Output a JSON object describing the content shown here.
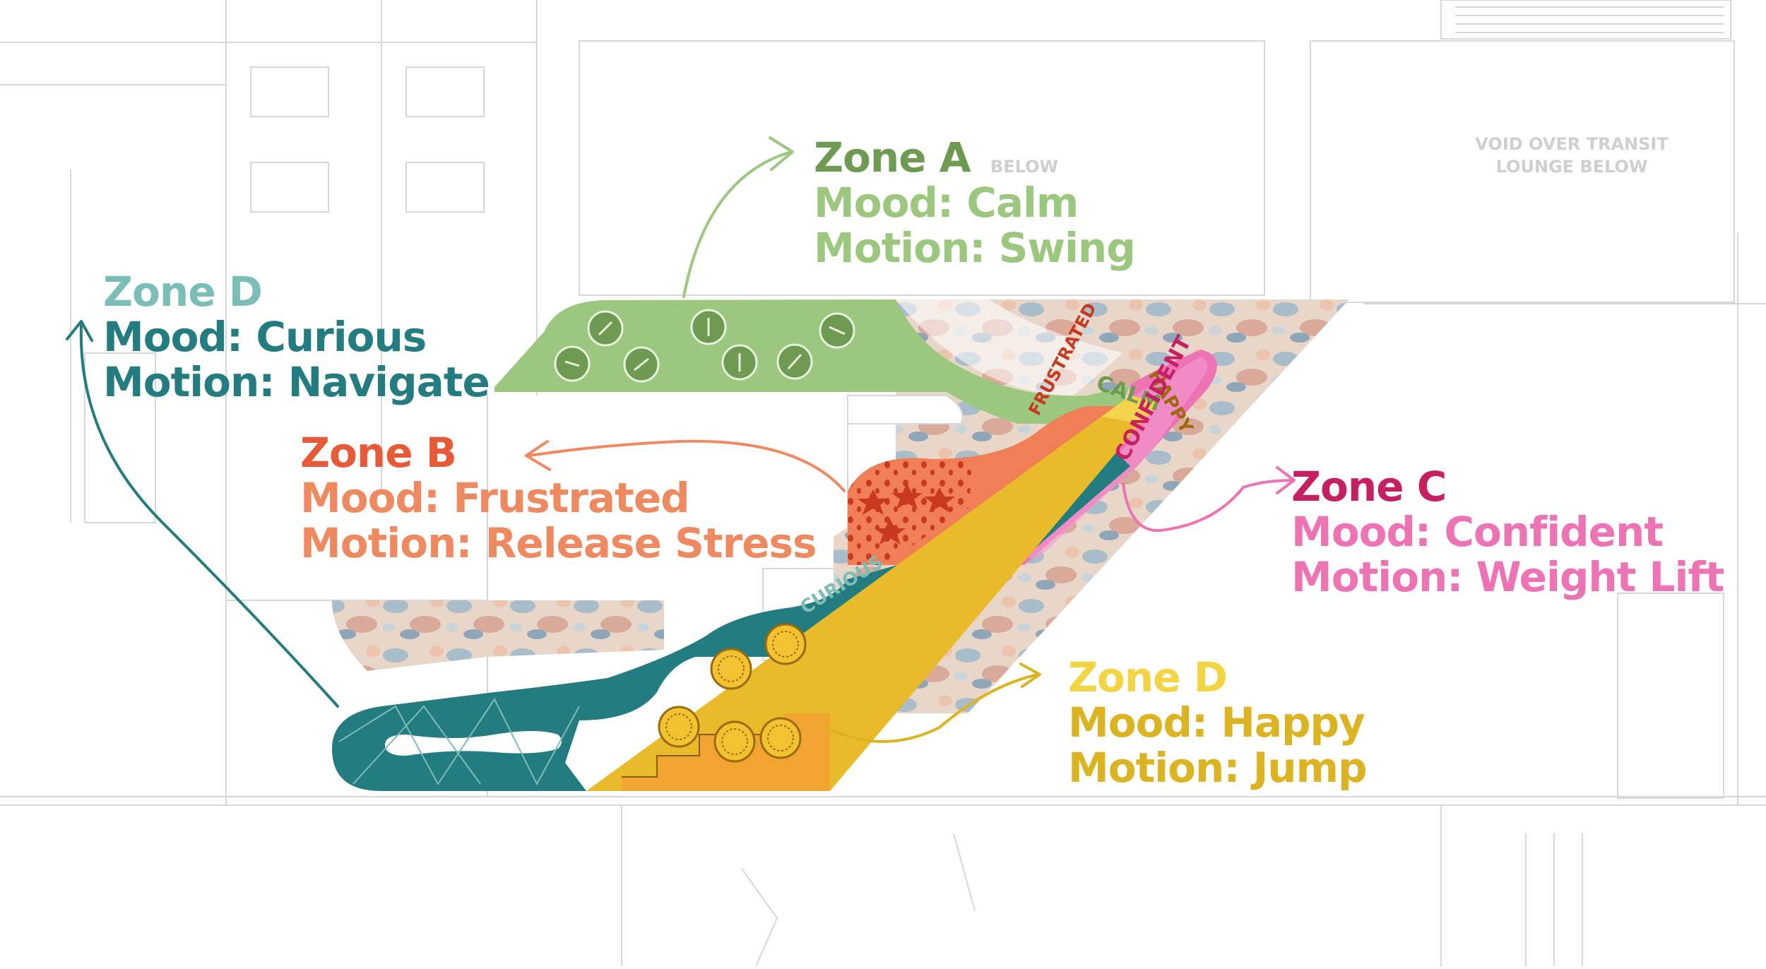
{
  "plan_notes": {
    "void_note": [
      "VOID OVER TRANSIT",
      "LOUNGE BELOW"
    ],
    "below_note": "BELOW"
  },
  "zones": {
    "a": {
      "title": "Zone A",
      "mood": "Mood: Calm",
      "motion": "Motion: Swing",
      "title_color": "#6e9a52",
      "text_color": "#9cc77e"
    },
    "d_curious": {
      "title": "Zone D",
      "mood": "Mood: Curious",
      "motion": "Motion: Navigate",
      "title_color": "#7bbdb7",
      "text_color": "#237c7f"
    },
    "b": {
      "title": "Zone B",
      "mood": "Mood: Frustrated",
      "motion": "Motion: Release Stress",
      "title_color": "#e85a37",
      "text_color": "#ef8a60"
    },
    "c": {
      "title": "Zone C",
      "mood": "Mood: Confident",
      "motion": "Motion: Weight Lift",
      "title_color": "#c71f63",
      "text_color": "#ee73b4"
    },
    "d_happy": {
      "title": "Zone D",
      "mood": "Mood: Happy",
      "motion": "Motion: Jump",
      "title_color": "#f3d443",
      "text_color": "#dcb321"
    }
  },
  "strip_words": {
    "calm": "CALM",
    "happy": "HAPPY",
    "frustrated": "FRUSTRATED",
    "confident": "CONFIDENT",
    "curious": "CURIOUS"
  }
}
